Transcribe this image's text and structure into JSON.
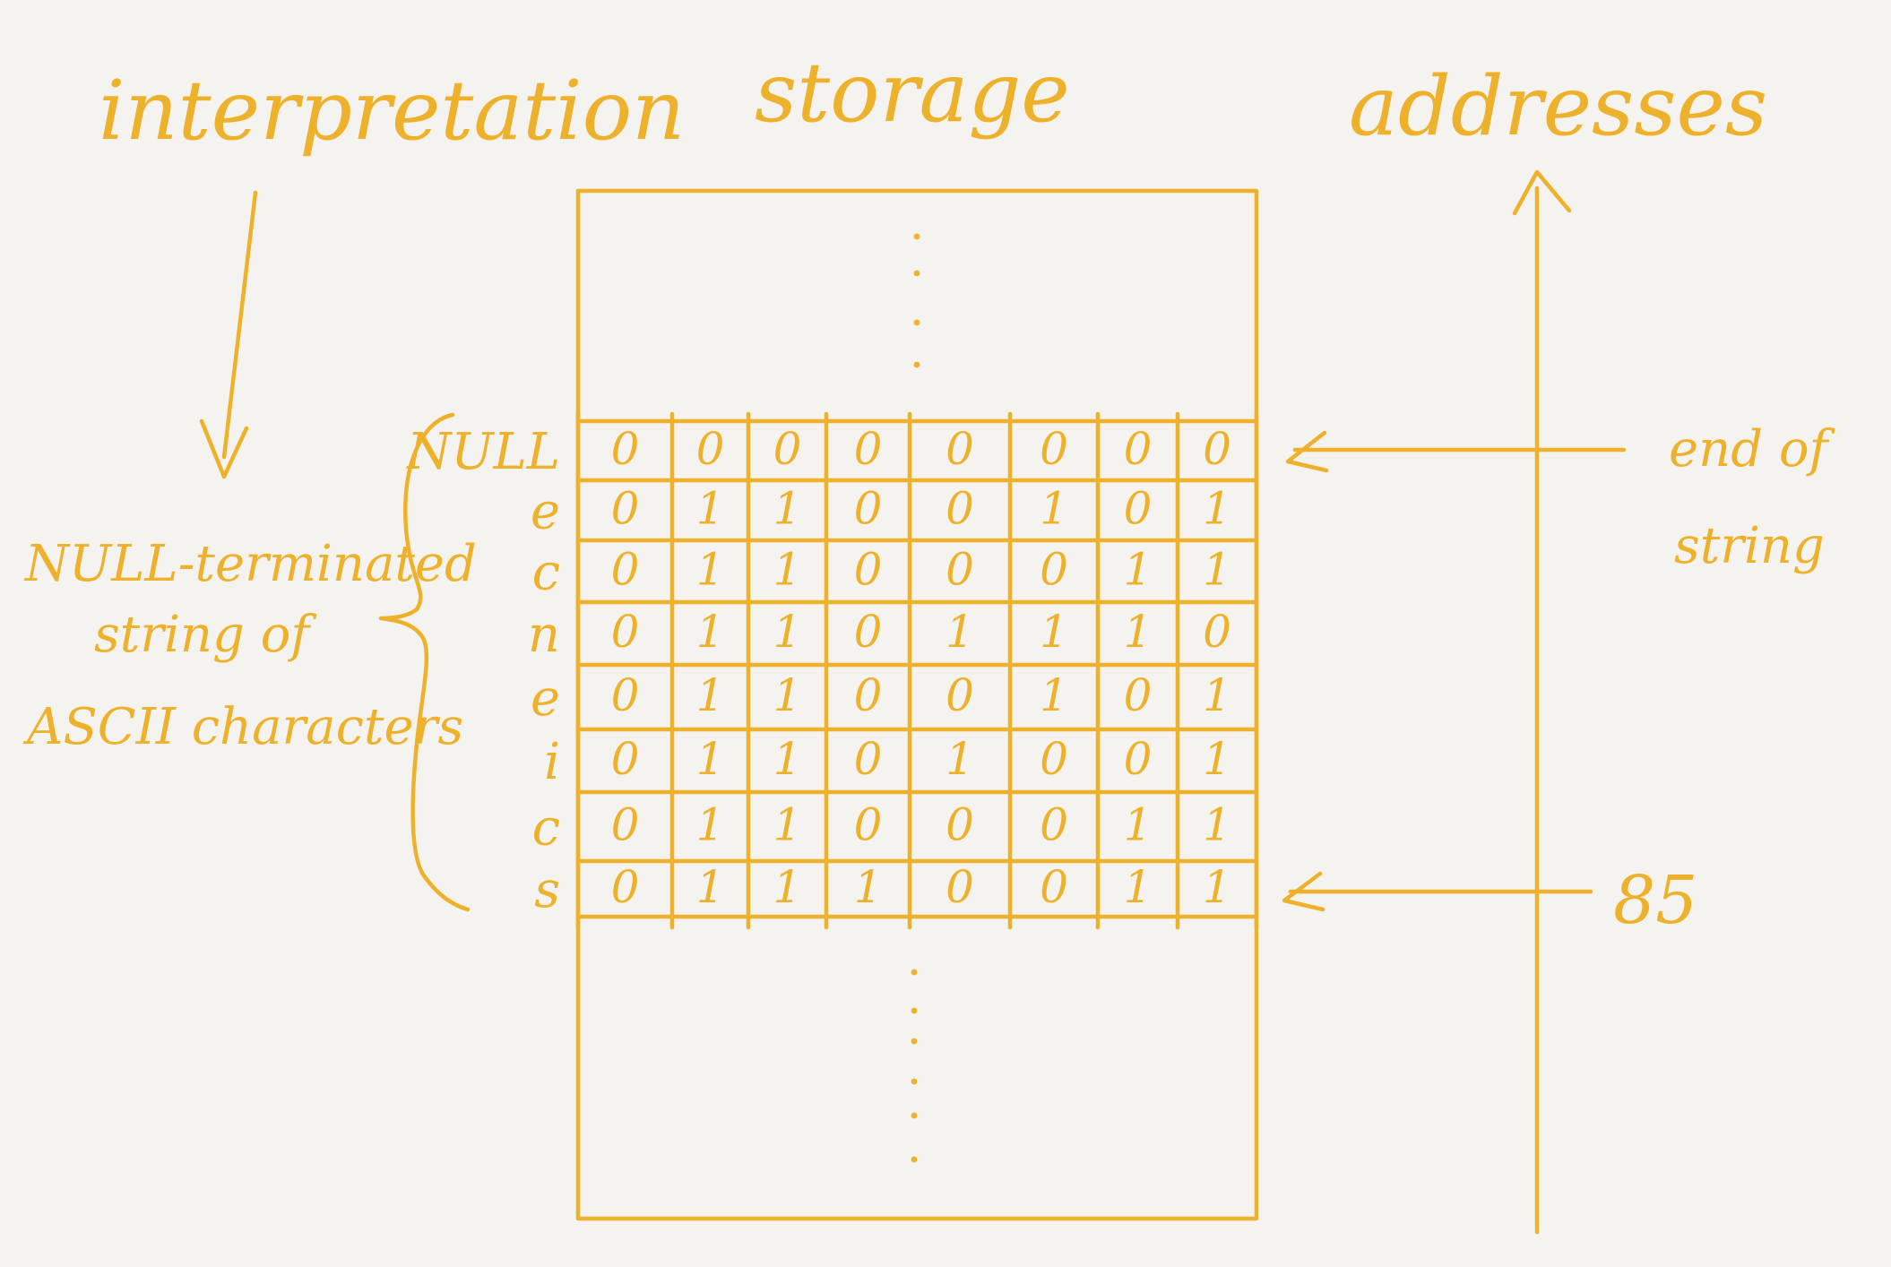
{
  "labels": {
    "interpretation": "interpretation",
    "storage": "storage",
    "addresses": "addresses",
    "null_terminated": [
      "NULL-terminated",
      "string of",
      "ASCII characters"
    ],
    "end_of_string": [
      "end of",
      "string"
    ],
    "address_value": "85"
  },
  "memory": {
    "rows": [
      {
        "char": "NULL",
        "bits": [
          "0",
          "0",
          "0",
          "0",
          "0",
          "0",
          "0",
          "0"
        ]
      },
      {
        "char": "e",
        "bits": [
          "0",
          "1",
          "1",
          "0",
          "0",
          "1",
          "0",
          "1"
        ]
      },
      {
        "char": "c",
        "bits": [
          "0",
          "1",
          "1",
          "0",
          "0",
          "0",
          "1",
          "1"
        ]
      },
      {
        "char": "n",
        "bits": [
          "0",
          "1",
          "1",
          "0",
          "1",
          "1",
          "1",
          "0"
        ]
      },
      {
        "char": "e",
        "bits": [
          "0",
          "1",
          "1",
          "0",
          "0",
          "1",
          "0",
          "1"
        ]
      },
      {
        "char": "i",
        "bits": [
          "0",
          "1",
          "1",
          "0",
          "1",
          "0",
          "0",
          "1"
        ]
      },
      {
        "char": "c",
        "bits": [
          "0",
          "1",
          "1",
          "0",
          "0",
          "0",
          "1",
          "1"
        ]
      },
      {
        "char": "s",
        "bits": [
          "0",
          "1",
          "1",
          "1",
          "0",
          "0",
          "1",
          "1"
        ]
      }
    ]
  },
  "colors": {
    "ink": "#eeb12c",
    "paper": "#f5f3ef"
  }
}
